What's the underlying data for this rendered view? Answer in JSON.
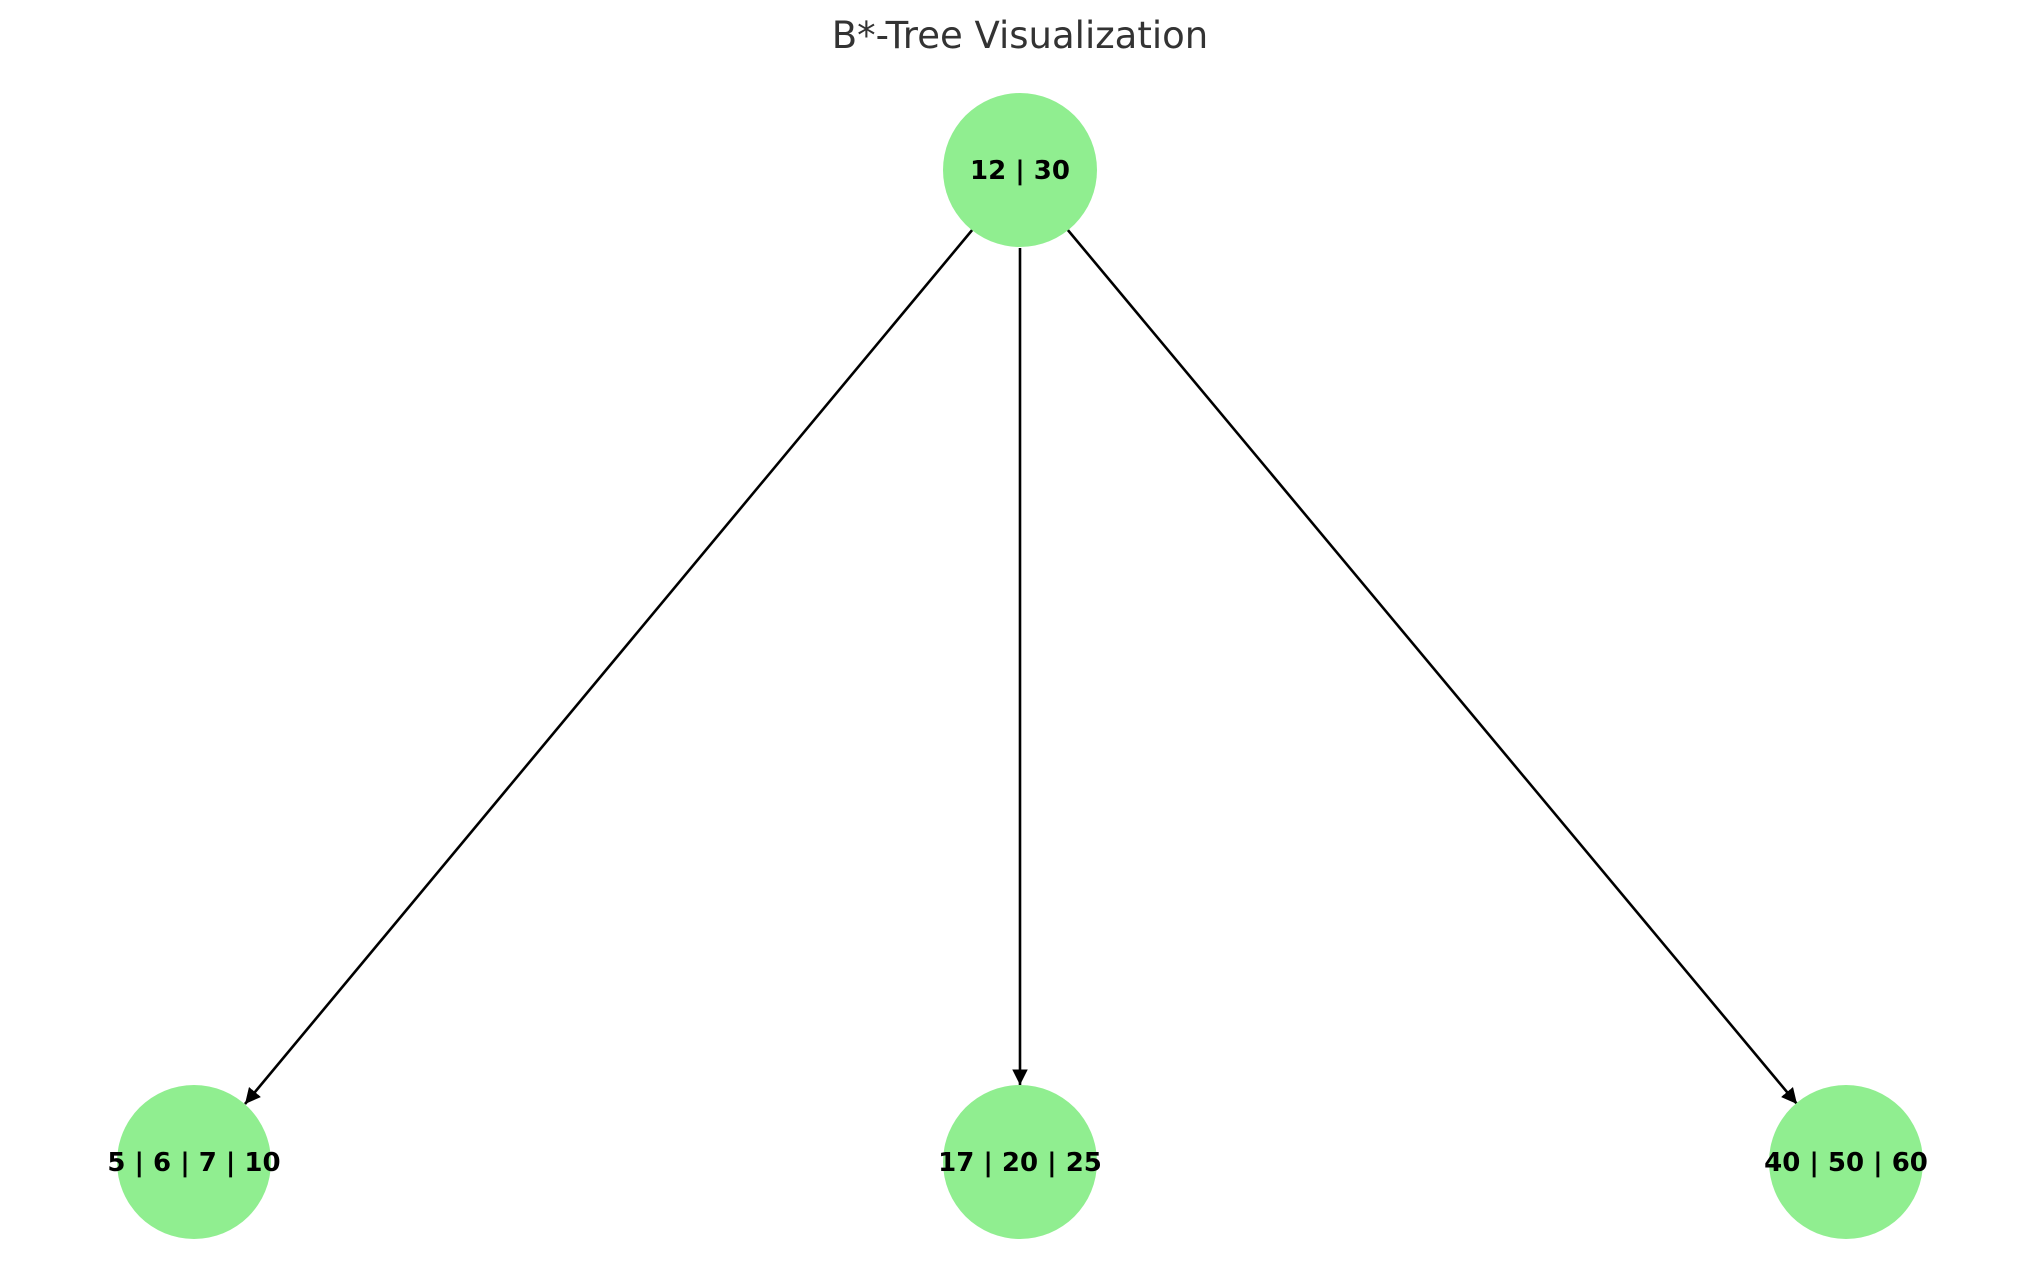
{
  "title": "B*-Tree Visualization",
  "colors": {
    "node_fill": "#90ee90",
    "edge": "#000000",
    "label": "#000000",
    "title": "#333333"
  },
  "nodes": [
    {
      "id": "root",
      "label": "12 | 30"
    },
    {
      "id": "leaf1",
      "label": "5 | 6 | 7 | 10"
    },
    {
      "id": "leaf2",
      "label": "17 | 20 | 25"
    },
    {
      "id": "leaf3",
      "label": "40 | 50 | 60"
    }
  ],
  "edges": [
    {
      "from": "root",
      "to": "leaf1"
    },
    {
      "from": "root",
      "to": "leaf2"
    },
    {
      "from": "root",
      "to": "leaf3"
    }
  ]
}
